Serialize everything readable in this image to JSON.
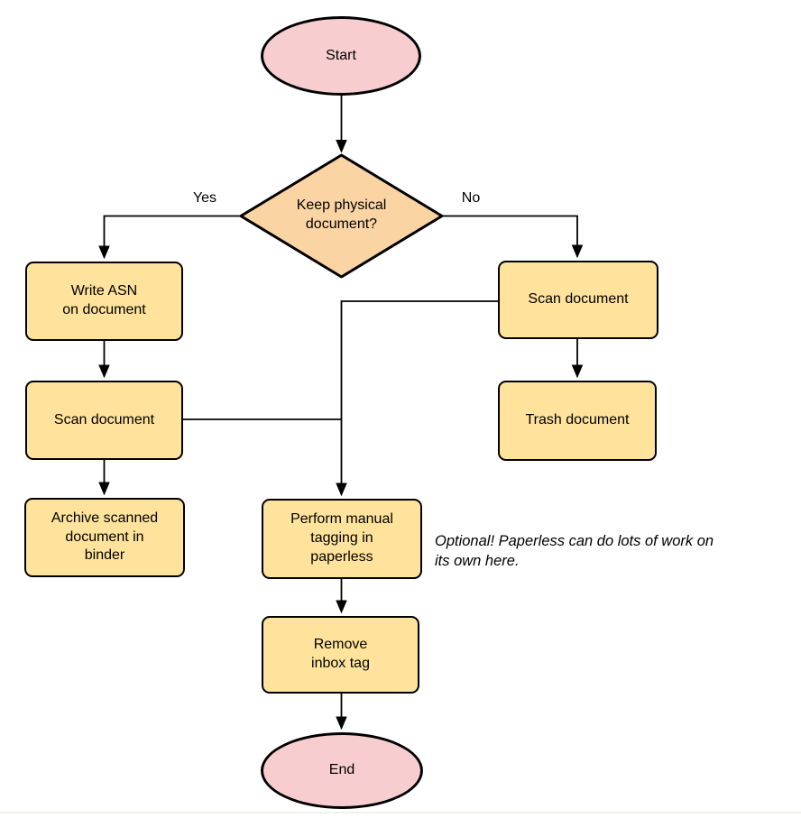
{
  "colors": {
    "terminal_fill": "#f8cdd0",
    "decision_fill": "#fbd4a4",
    "process_fill": "#ffe29b",
    "stroke": "#000000",
    "background": "#ffffff"
  },
  "nodes": {
    "start": {
      "label": "Start",
      "type": "terminal"
    },
    "decision": {
      "label": "Keep physical\ndocument?",
      "type": "decision"
    },
    "write_asn": {
      "label": "Write ASN\non document",
      "type": "process"
    },
    "scan_left": {
      "label": "Scan document",
      "type": "process"
    },
    "archive": {
      "label": "Archive scanned\ndocument in\nbinder",
      "type": "process"
    },
    "scan_right": {
      "label": "Scan document",
      "type": "process"
    },
    "trash": {
      "label": "Trash document",
      "type": "process"
    },
    "tagging": {
      "label": "Perform manual\ntagging in\npaperless",
      "type": "process"
    },
    "remove_inbox": {
      "label": "Remove\ninbox tag",
      "type": "process"
    },
    "end": {
      "label": "End",
      "type": "terminal"
    }
  },
  "edge_labels": {
    "yes": "Yes",
    "no": "No"
  },
  "annotation": "Optional! Paperless can do lots of work on\nits own here."
}
